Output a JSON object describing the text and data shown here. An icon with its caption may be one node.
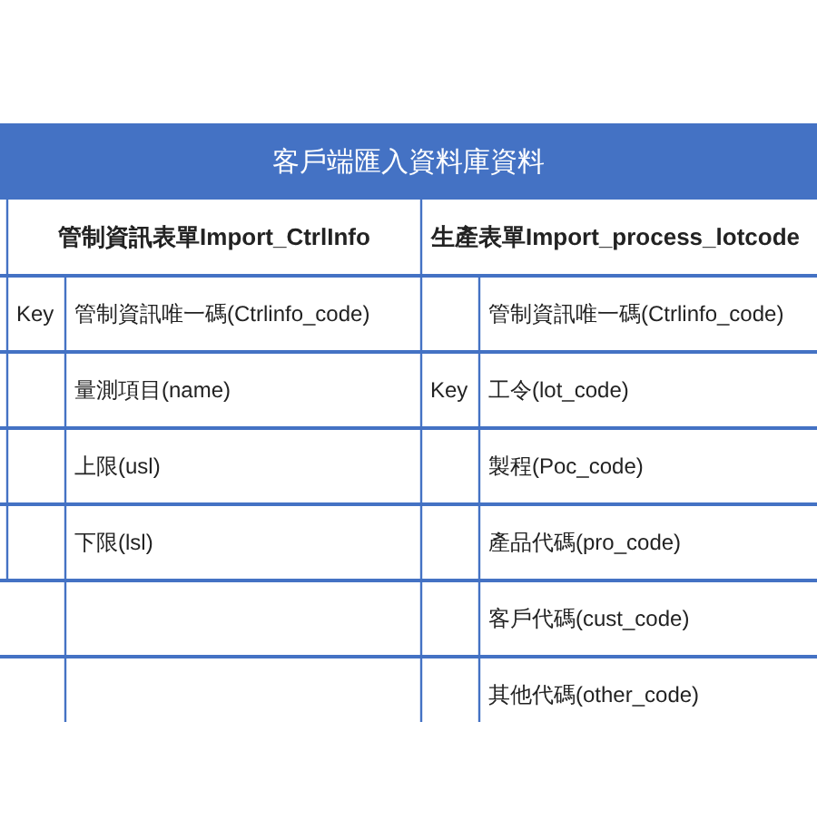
{
  "diagram": {
    "title": "客戶端匯入資料庫資料",
    "labels": [
      "管制資訊表單Import_CtrlInfo",
      "生產表單Import_process_lotcode",
      "Key",
      "管制資訊唯一碼(Ctrlinfo_code)",
      "管制資訊唯一碼(Ctrlinfo_code)",
      "量測項目(name)",
      "Key",
      "工令(lot_code)",
      "上限(usl)",
      "製程(Poc_code)",
      "下限(lsl)",
      "產品代碼(pro_code)",
      "客戶代碼(cust_code)",
      "其他代碼(other_code)"
    ]
  }
}
